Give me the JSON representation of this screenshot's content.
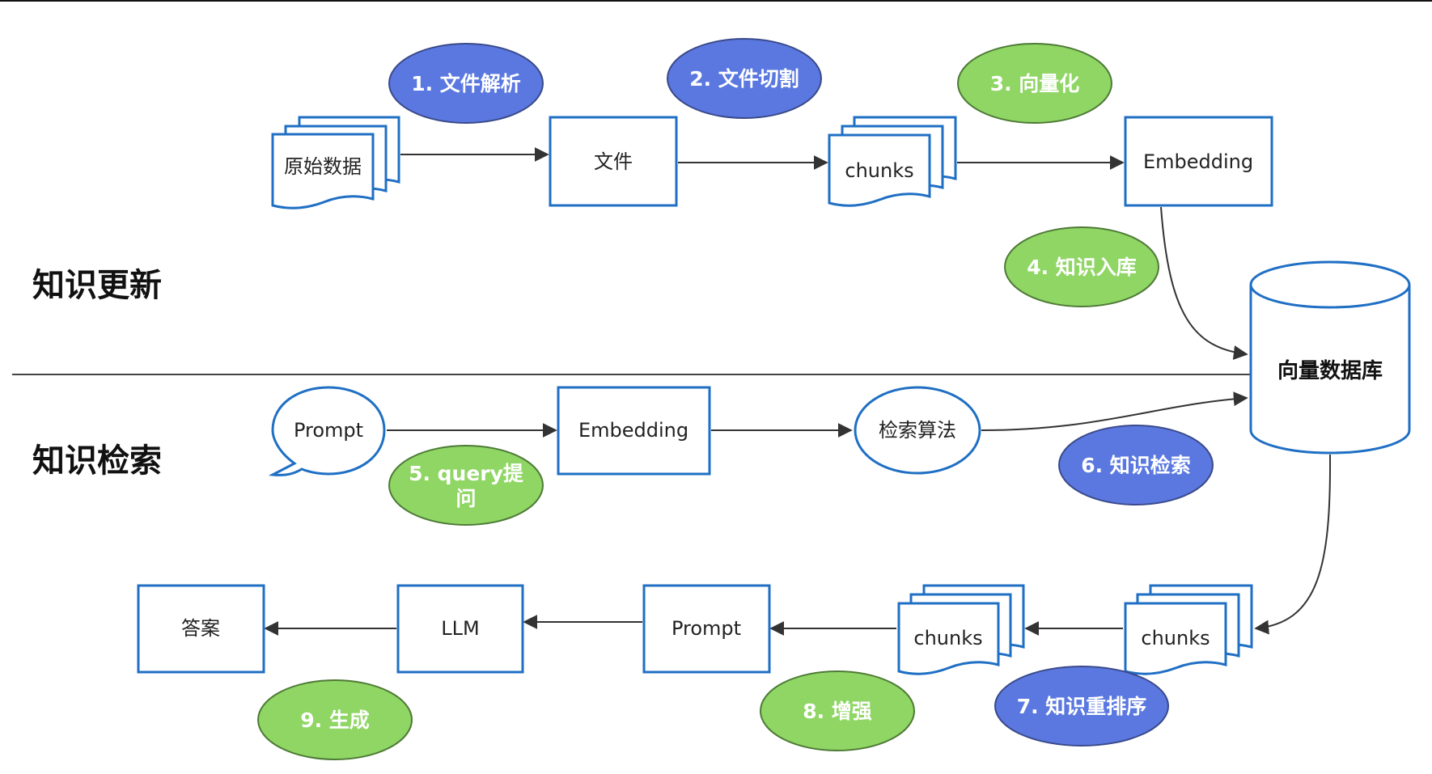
{
  "colors": {
    "box_stroke": "#1f6fc4",
    "step_blue": "#5a78e0",
    "step_green": "#8fd664",
    "arrow": "#333333",
    "divider": "#444444"
  },
  "sections": {
    "update": "知识更新",
    "retrieval": "知识检索"
  },
  "nodes": {
    "raw_data": "原始数据",
    "file": "文件",
    "chunks_top": "chunks",
    "embedding_top": "Embedding",
    "vector_db": "向量数据库",
    "prompt_query": "Prompt",
    "embedding_mid": "Embedding",
    "search_algo": "检索算法",
    "chunks_right": "chunks",
    "chunks_left": "chunks",
    "prompt_aug": "Prompt",
    "llm": "LLM",
    "answer": "答案"
  },
  "steps": {
    "s1": "1. 文件解析",
    "s2": "2. 文件切割",
    "s3": "3. 向量化",
    "s4": "4. 知识入库",
    "s5_line1": "5. query提",
    "s5_line2": "问",
    "s6": "6. 知识检索",
    "s7": "7. 知识重排序",
    "s8": "8. 增强",
    "s9": "9. 生成"
  }
}
